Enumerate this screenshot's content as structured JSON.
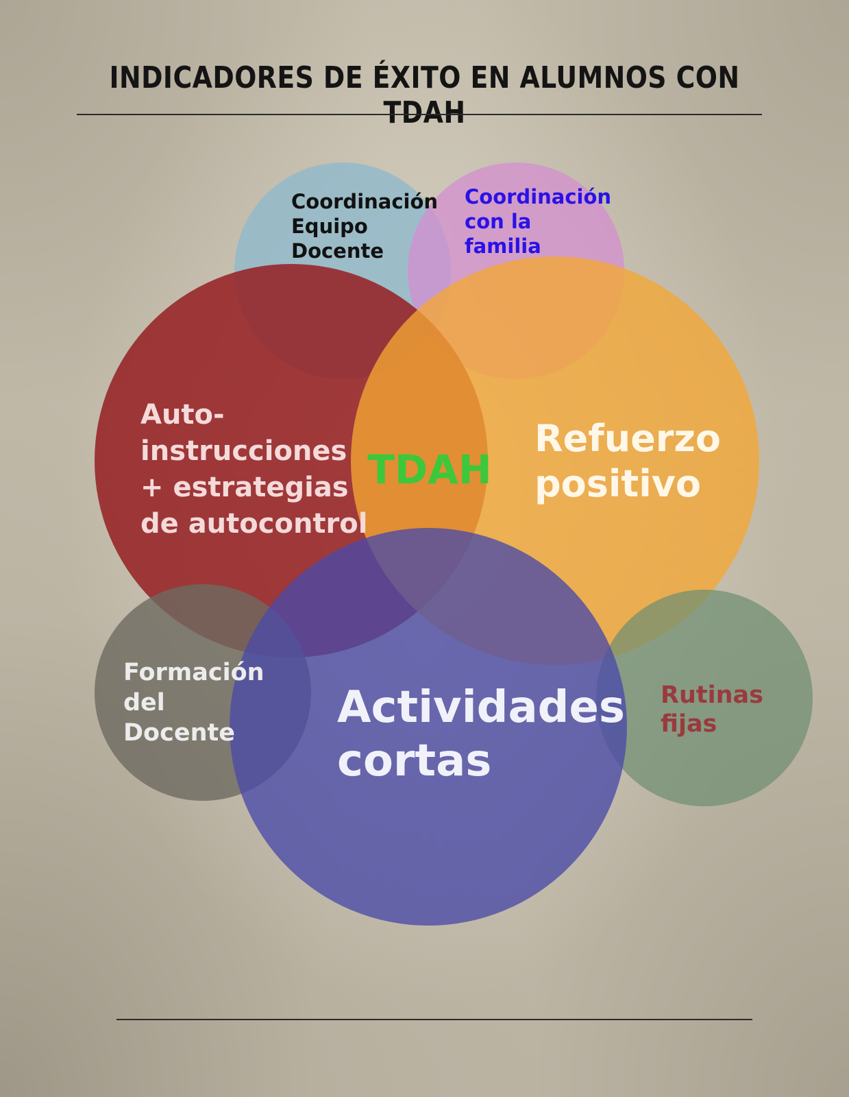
{
  "title": "INDICADORES DE ÉXITO EN ALUMNOS CON TDAH",
  "colors": {
    "coordinacion_equipo": "#8fb9cc",
    "coordinacion_familia": "#d48fd0",
    "autoinstrucciones": "#951f22",
    "refuerzo": "#f4a634",
    "actividades": "#4a4aa8",
    "formacion": "#6e6a60",
    "rutinas": "#6f8f72",
    "tdah_text": "#3cc83a"
  },
  "circles": {
    "coordinacion_equipo": {
      "lines": [
        "Coordinación",
        "Equipo",
        "Docente"
      ],
      "color": "#111111"
    },
    "coordinacion_familia": {
      "lines": [
        "Coordinación",
        "con la",
        "familia"
      ],
      "color": "#2a12e6"
    },
    "autoinstrucciones": {
      "lines": [
        " Auto-",
        "instrucciones",
        "+ estrategias",
        "de autocontrol"
      ],
      "color": "#f5dada"
    },
    "refuerzo": {
      "lines": [
        "Refuerzo",
        "positivo"
      ],
      "color": "#fff7e8"
    },
    "actividades": {
      "lines": [
        "Actividades",
        "cortas"
      ],
      "color": "#f1f1fa"
    },
    "formacion": {
      "lines": [
        "Formación",
        "del",
        "Docente"
      ],
      "color": "#ececec"
    },
    "rutinas": {
      "lines": [
        "Rutinas",
        "fijas"
      ],
      "color": "#9a3a3e"
    }
  },
  "center": "TDAH"
}
